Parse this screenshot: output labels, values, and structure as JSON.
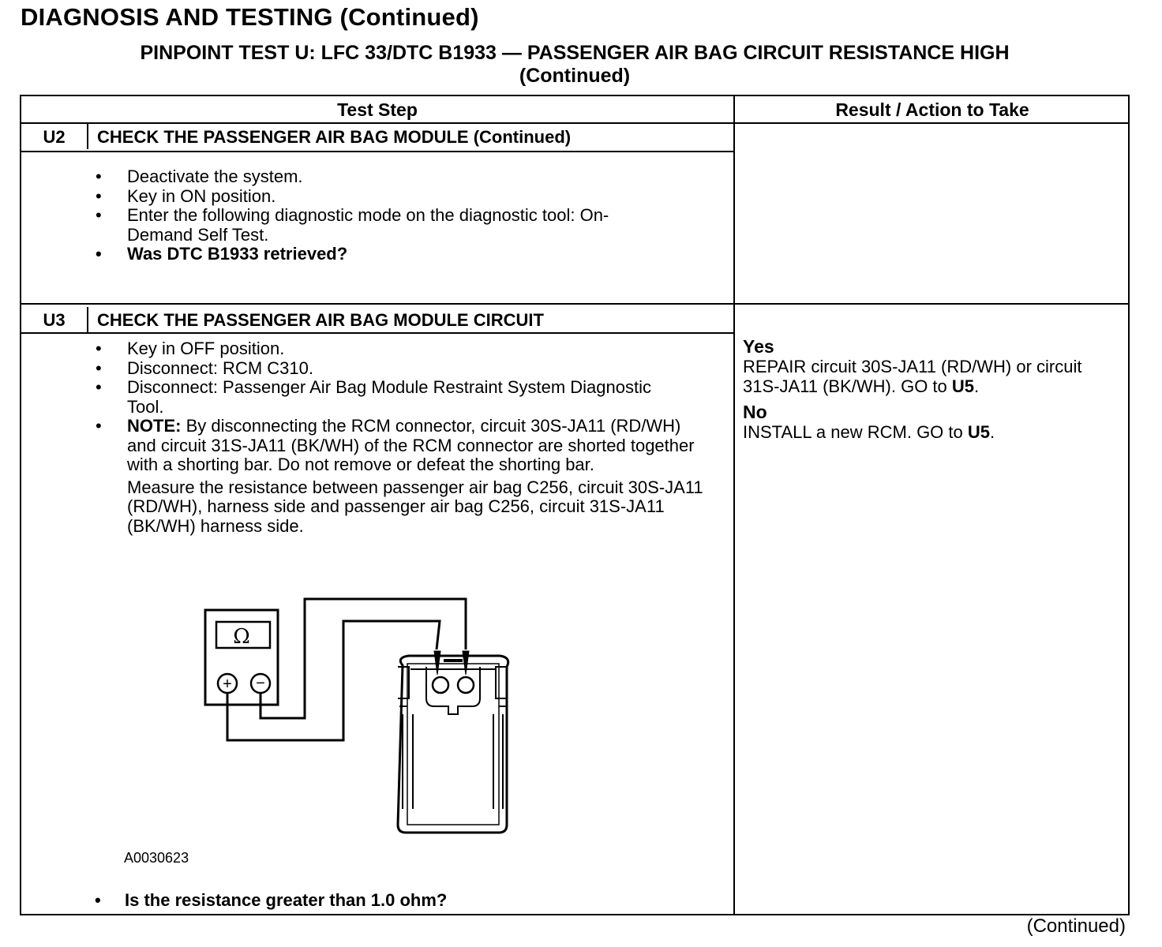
{
  "header": {
    "page_title": "DIAGNOSIS AND TESTING (Continued)",
    "test_title_line1": "PINPOINT TEST U: LFC 33/DTC B1933 — PASSENGER AIR BAG CIRCUIT RESISTANCE HIGH",
    "test_title_line2": "(Continued)"
  },
  "table": {
    "col_test_step": "Test Step",
    "col_result": "Result / Action to Take"
  },
  "u2": {
    "id": "U2",
    "title": "CHECK THE PASSENGER AIR BAG MODULE (Continued)",
    "steps": [
      "Deactivate the system.",
      "Key in ON position.",
      "Enter the following diagnostic mode on the diagnostic tool: On-Demand Self Test.",
      "Was DTC B1933 retrieved?"
    ]
  },
  "u3": {
    "id": "U3",
    "title": "CHECK THE PASSENGER AIR BAG MODULE CIRCUIT",
    "steps": [
      "Key in OFF position.",
      "Disconnect: RCM C310.",
      "Disconnect: Passenger Air Bag Module Restraint System Diagnostic Tool."
    ],
    "note_label": "NOTE:",
    "note_text": " By disconnecting the RCM connector, circuit 30S-JA11 (RD/WH) and circuit 31S-JA11 (BK/WH) of the RCM connector are shorted together with a shorting bar. Do not remove or defeat the shorting bar.",
    "measure_text": "Measure the resistance between passenger air bag C256, circuit 30S-JA11 (RD/WH), harness side and passenger air bag C256, circuit 31S-JA11 (BK/WH) harness side.",
    "meter_symbol": "Ω",
    "figure_id": "A0030623",
    "question": "Is the resistance greater than 1.0 ohm?",
    "result": {
      "yes_label": "Yes",
      "yes_text_1": "REPAIR circuit 30S-JA11 (RD/WH) or circuit 31S-JA11 (BK/WH). GO to ",
      "yes_goto": "U5",
      "yes_end": ".",
      "no_label": "No",
      "no_text_1": "INSTALL a new RCM. GO to ",
      "no_goto": "U5",
      "no_end": "."
    }
  },
  "footer": {
    "continued": "(Continued)"
  }
}
